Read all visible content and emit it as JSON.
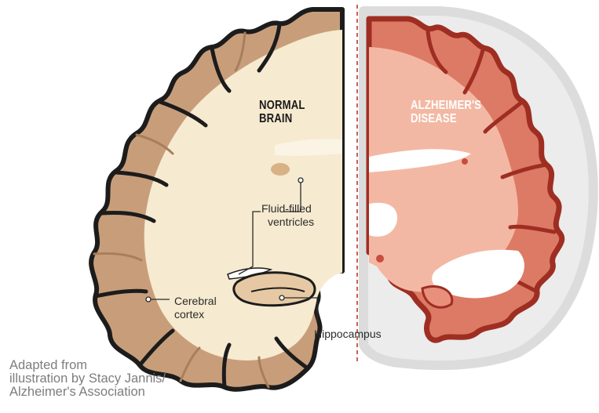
{
  "normal": {
    "title_line1": "NORMAL",
    "title_line2": "BRAIN"
  },
  "alzheimers": {
    "title_line1": "ALZHEIMER'S",
    "title_line2": "DISEASE"
  },
  "callouts": {
    "ventricles_line1": "Fluid-filled",
    "ventricles_line2": "ventricles",
    "cortex_line1": "Cerebral",
    "cortex_line2": "cortex",
    "hippocampus": "Hippocampus"
  },
  "credit": {
    "line1": "Adapted from",
    "line2": "illustration by Stacy Jannis/",
    "line3": "Alzheimer's Association"
  },
  "colors": {
    "normal_cortex": "#c79d79",
    "normal_white_matter": "#f5e9cf",
    "outline": "#1c1c1c",
    "alz_cortex": "#d8715f",
    "alz_white_matter": "#f2b6a2",
    "alz_outline": "#9e2e22",
    "ghost_brain": "#e4e4e4",
    "divider": "#c0392b"
  }
}
